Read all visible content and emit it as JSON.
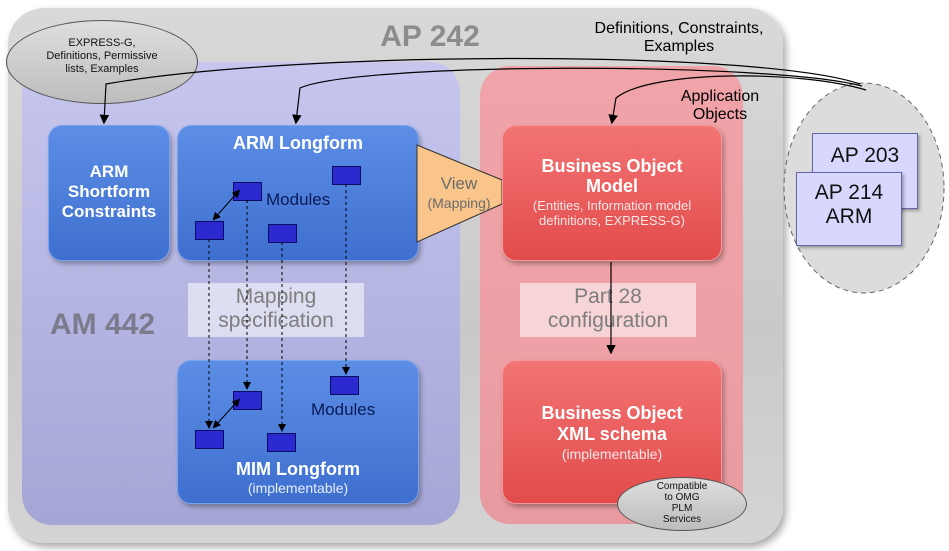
{
  "title": "AP 242",
  "top_right_note": [
    "Definitions, Constraints,",
    "Examples"
  ],
  "app_objects_note": [
    "Application",
    "Objects"
  ],
  "express_g_note": [
    "EXPRESS-G,",
    "Definitions, Permissive",
    "lists, Examples"
  ],
  "am_label": "AM 442",
  "arm_shortform": [
    "ARM",
    "Shortform",
    "Constraints"
  ],
  "arm_longform": {
    "title": "ARM Longform",
    "modules_label": "Modules"
  },
  "view": {
    "title": "View",
    "subtitle": "(Mapping)"
  },
  "mapping_spec": [
    "Mapping",
    "specification"
  ],
  "mim_longform": {
    "title": "MIM Longform",
    "subtitle": "(implementable)",
    "modules_label": "Modules"
  },
  "bom": {
    "title_lines": [
      "Business Object",
      "Model"
    ],
    "subtitle_lines": [
      "(Entities, Information model",
      "definitions, EXPRESS-G)"
    ]
  },
  "part28": [
    "Part 28",
    "configuration"
  ],
  "box_xml": {
    "title_lines": [
      "Business Object",
      "XML schema"
    ],
    "subtitle": "(implementable)"
  },
  "omg_note": [
    "Compatible",
    "to OMG",
    "PLM",
    "Services"
  ],
  "ap_cards": {
    "ap203": "AP 203",
    "ap214": [
      "AP 214",
      "ARM"
    ]
  },
  "colors": {
    "blue_box": "#4a7ddb",
    "red_box": "#ea5b5b",
    "module": "#2a2ad0",
    "left_panel": "#b8b8e6",
    "right_panel": "#eea1a6"
  }
}
